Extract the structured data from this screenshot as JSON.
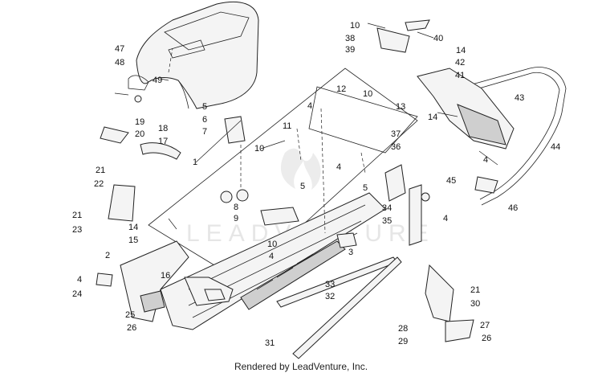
{
  "footer_text": "Rendered by LeadVenture, Inc.",
  "watermark": "LEADVENTURE",
  "callouts": [
    "1",
    "2",
    "3",
    "4",
    "5",
    "6",
    "7",
    "8",
    "9",
    "10",
    "11",
    "12",
    "13",
    "14",
    "15",
    "16",
    "17",
    "18",
    "19",
    "20",
    "21",
    "22",
    "23",
    "24",
    "25",
    "26",
    "27",
    "28",
    "29",
    "30",
    "31",
    "32",
    "33",
    "34",
    "35",
    "36",
    "37",
    "38",
    "39",
    "40",
    "41",
    "42",
    "43",
    "44",
    "45",
    "46",
    "47",
    "48",
    "49"
  ]
}
